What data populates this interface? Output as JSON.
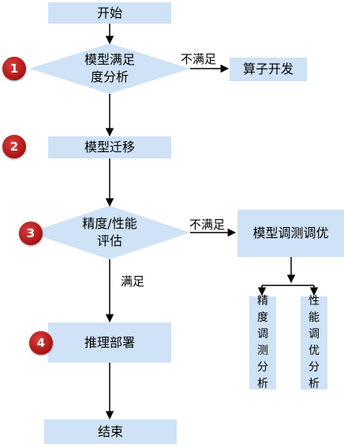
{
  "nodes": {
    "start": "开始",
    "model_check_line1": "模型满足",
    "model_check_line2": "度分析",
    "operator_dev": "算子开发",
    "model_migration": "模型迁移",
    "perf_eval_line1": "精度/性能",
    "perf_eval_line2": "评估",
    "model_tuning": "模型调测调优",
    "precision_analysis": [
      "精",
      "度",
      "调",
      "测",
      "分",
      "析"
    ],
    "performance_analysis": [
      "性",
      "能",
      "调",
      "优",
      "分",
      "析"
    ],
    "deploy": "推理部署",
    "end": "结束"
  },
  "edge_labels": {
    "not_satisfied_1": "不满足",
    "not_satisfied_2": "不满足",
    "satisfied": "满足"
  },
  "badges": [
    "1",
    "2",
    "3",
    "4"
  ],
  "colors": {
    "node_fill": "#cfe2f6",
    "badge": "#b01818",
    "line": "#000000"
  }
}
